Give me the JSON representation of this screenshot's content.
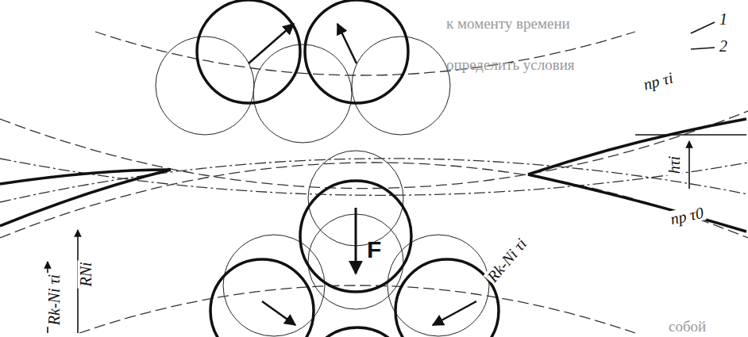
{
  "diagram": {
    "nodes": [
      {
        "text": [
          "F"
        ]
      }
    ],
    "labels": [
      "1",
      "2",
      "пр τi",
      "hτi",
      "пр τ0",
      "RNi",
      "Rk-Ni τi",
      "Rk-Ni τi",
      "к моменту времени",
      "определить условия",
      "собой"
    ]
  }
}
